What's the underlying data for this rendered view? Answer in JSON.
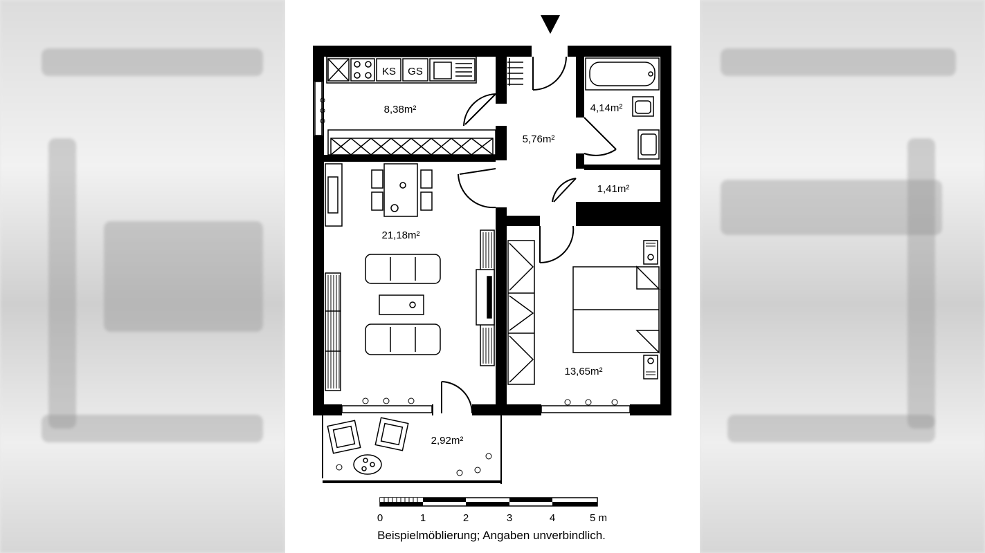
{
  "rooms": {
    "kitchen": "8,38m²",
    "hall": "5,76m²",
    "bath": "4,14m²",
    "storage": "1,41m²",
    "living": "21,18m²",
    "bedroom": "13,65m²",
    "balcony": "2,92m²"
  },
  "kitchen_appliances": {
    "fridge": "KS",
    "dishwasher": "GS"
  },
  "scale": {
    "ticks": [
      "0",
      "1",
      "2",
      "3",
      "4",
      "5 m"
    ]
  },
  "caption": "Beispielmöblierung; Angaben unverbindlich."
}
